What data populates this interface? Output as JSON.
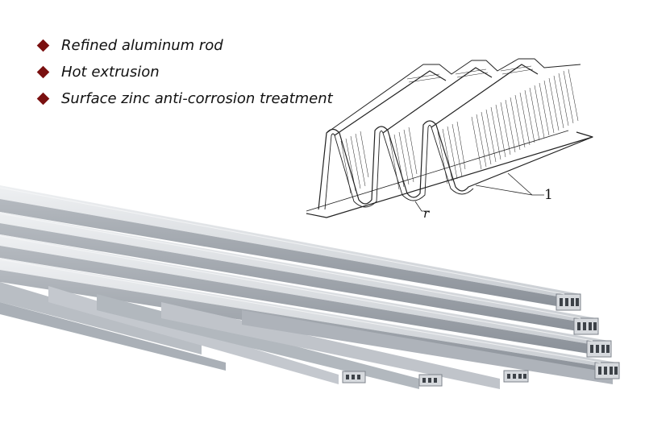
{
  "features": [
    "Refined aluminum rod",
    "Hot extrusion",
    "Surface zinc anti-corrosion treatment"
  ],
  "diagram": {
    "radius_label": "r",
    "part_label": "1"
  },
  "colors": {
    "bullet": "#7a1010",
    "aluminum_light": "#e3e5e8",
    "aluminum_mid": "#c5c9cf",
    "aluminum_dark": "#8d939b"
  },
  "icons": {
    "bullet": "diamond-bullet-icon"
  }
}
